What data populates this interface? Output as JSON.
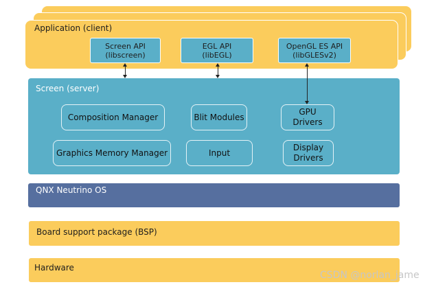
{
  "application": {
    "label": "Application (client)",
    "apis": [
      {
        "label": "Screen API\n(libscreen)"
      },
      {
        "label": "EGL API\n(libEGL)"
      },
      {
        "label": "OpenGL ES API\n(libGLESv2)"
      }
    ]
  },
  "screen": {
    "label": "Screen (server)",
    "modules": [
      {
        "label": "Composition Manager"
      },
      {
        "label": "Blit Modules"
      },
      {
        "label": "GPU\nDrivers"
      },
      {
        "label": "Graphics Memory Manager"
      },
      {
        "label": "Input"
      },
      {
        "label": "Display\nDrivers"
      }
    ]
  },
  "os": {
    "label": "QNX Neutrino OS"
  },
  "bsp": {
    "label": "Board support package (BSP)"
  },
  "hardware": {
    "label": "Hardware"
  },
  "watermark": "CSDN @norlan_jame",
  "colors": {
    "yellow": "#fbcc5c",
    "screen_blue": "#5aafc8",
    "os_blue": "#566f9f"
  }
}
